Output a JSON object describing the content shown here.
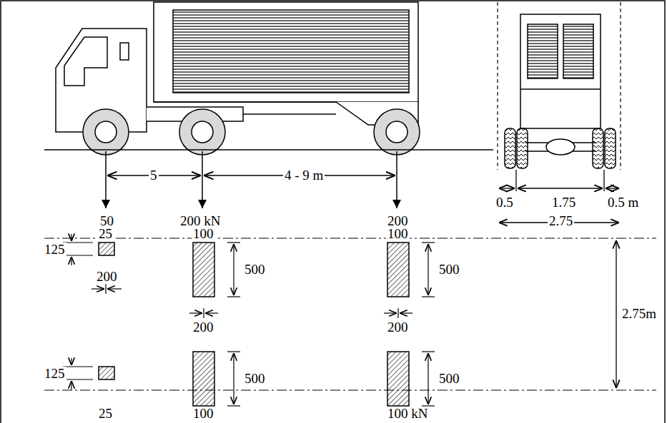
{
  "diagram": {
    "labels": [
      "5",
      "4 - 9 m",
      "0.5",
      "1.75",
      "0.5 m",
      "50",
      "200 kN",
      "200",
      "2.75",
      "25",
      "125",
      "100",
      "100",
      "500",
      "500",
      "200",
      "200",
      "200",
      "2.75m",
      "125",
      "500",
      "500",
      "25",
      "100",
      "100 kN"
    ]
  }
}
